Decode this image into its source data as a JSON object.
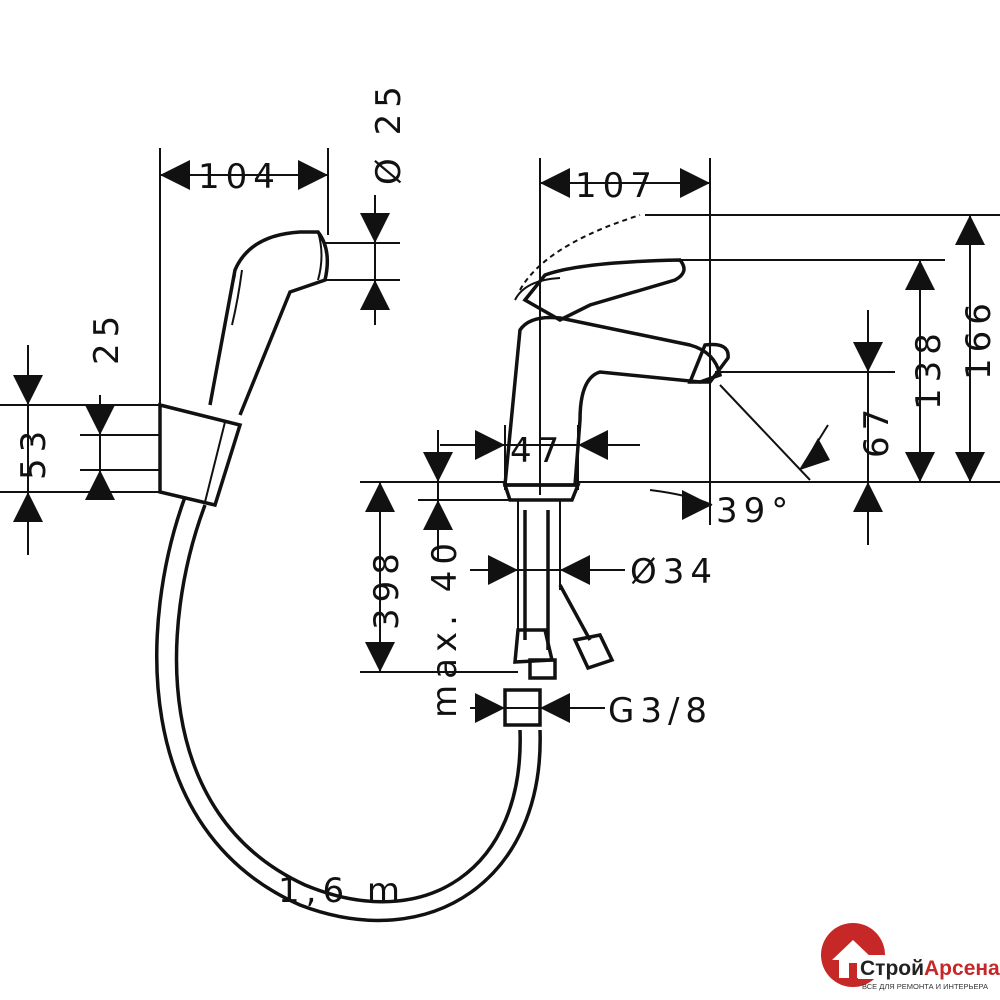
{
  "dimensions": {
    "shower_length": "104",
    "shower_diameter": "Ø 25",
    "holder_offset": "25",
    "holder_height": "53",
    "spout_reach": "107",
    "height_total": "166",
    "height_lever": "138",
    "height_spout": "67",
    "lever_angle": "39°",
    "body_width": "47",
    "install_depth": "398",
    "deck_thickness": "max. 40",
    "shank_diameter": "Ø34",
    "connection": "G3/8",
    "hose_length": "1,6 m"
  },
  "logo": {
    "name_part1": "Строй",
    "name_part2": "Арсенал",
    "tagline": "ВСЕ ДЛЯ РЕМОНТА И ИНТЕРЬЕРА",
    "colors": {
      "red": "#c62828",
      "dark": "#222222"
    }
  }
}
